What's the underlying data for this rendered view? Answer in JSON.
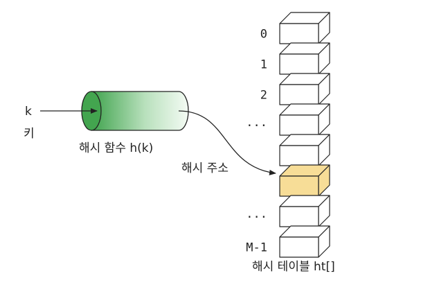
{
  "key": {
    "symbol": "k",
    "label": "키"
  },
  "hash_function": {
    "label": "해시 함수 h(k)"
  },
  "hash_address": {
    "label": "해시 주소"
  },
  "hash_table": {
    "label": "해시 테이블 ht[]",
    "index_labels": [
      "0",
      "1",
      "2",
      "···",
      "",
      "",
      "···",
      "M-1"
    ],
    "highlight_index": 5
  },
  "colors": {
    "cylinder_dark": "#2e8b3e",
    "cylinder_light": "#e8f5e9",
    "highlight": "#f7dd97",
    "line": "#222222"
  }
}
